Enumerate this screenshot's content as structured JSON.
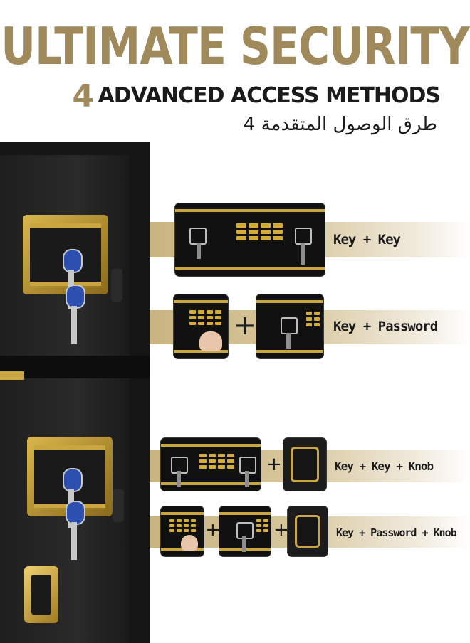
{
  "header": {
    "title": "ULTIMATE SECURITY",
    "subtitle_number": "4",
    "subtitle_text": "ADVANCED ACCESS METHODS",
    "arabic_text": "طرق الوصول المتقدمة 4"
  },
  "methods": [
    {
      "label": "Key + Key"
    },
    {
      "label": "Key + Password"
    },
    {
      "label": "Key + Key + Knob"
    },
    {
      "label": "Key + Password + Knob"
    }
  ],
  "plus_sign": "+",
  "colors": {
    "gold": "#a08a5c",
    "dark": "#1b1b1b",
    "band": "#d7c69b",
    "panel_gold": "#c9a640"
  },
  "icons": [
    "safe-image",
    "keypad-icon",
    "key-icon",
    "fingerprint-hand-icon",
    "knob-icon",
    "plus-icon"
  ]
}
